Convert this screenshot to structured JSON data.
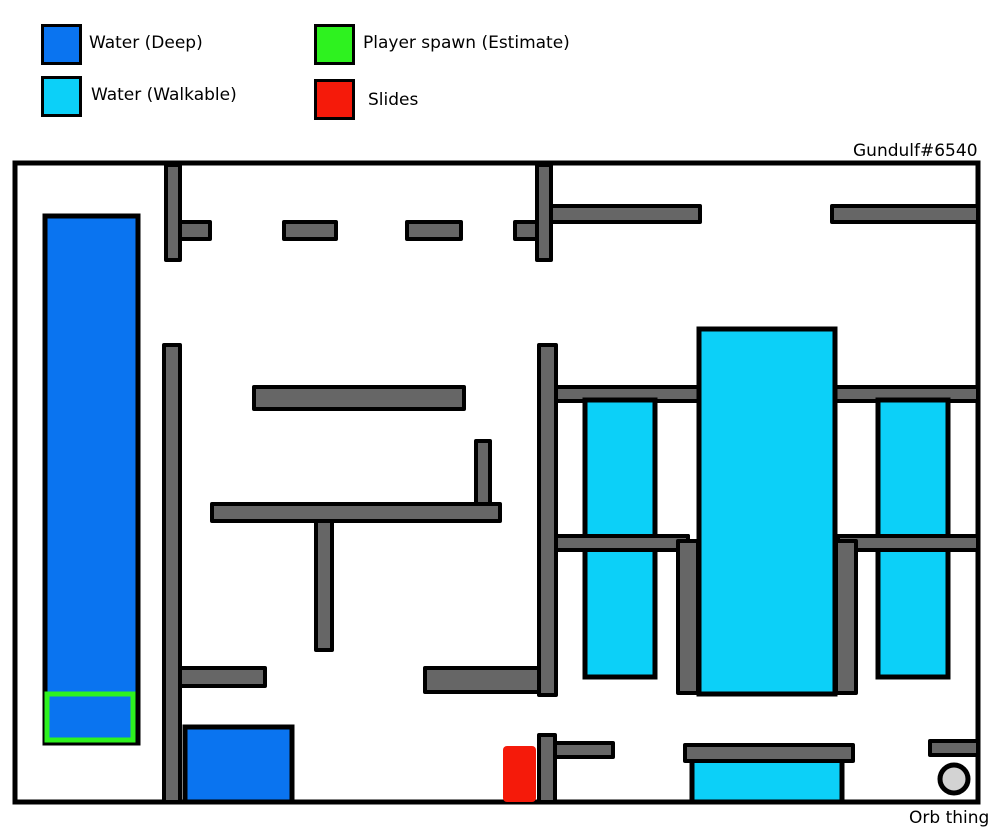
{
  "legend": [
    {
      "label": "Water (Deep)",
      "color": "#0a74f0"
    },
    {
      "label": "Water (Walkable)",
      "color": "#0cd0f8"
    },
    {
      "label": "Player spawn (Estimate)",
      "color": "#2ef21f"
    },
    {
      "label": "Slides",
      "color": "#f51a0a"
    }
  ],
  "author": "Gundulf#6540",
  "orb_label": "Orb thing",
  "colors": {
    "wall": "#666666",
    "orb": "#d3d3d3",
    "outline": "#000000"
  }
}
